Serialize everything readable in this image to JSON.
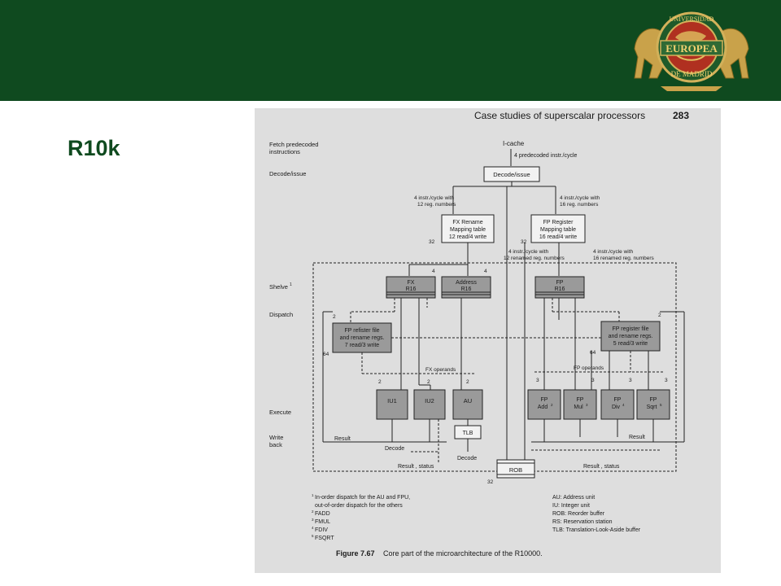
{
  "slide": {
    "title": "R10k"
  },
  "logo": {
    "text_top": "UNIVERSIDAD",
    "text_middle": "EUROPEA",
    "text_bottom": "DE MADRID"
  },
  "page": {
    "header": "Case studies of superscalar processors",
    "number": "283"
  },
  "stages": {
    "fetch": "Fetch predecoded",
    "fetch2": "instructions",
    "decode": "Decode/issue",
    "shelve": "Shelve",
    "shelve_sup": "1",
    "dispatch": "Dispatch",
    "execute": "Execute",
    "write": "Write",
    "write2": "back"
  },
  "blocks": {
    "icache": "I-cache",
    "decode": "Decode/issue",
    "fx_rename": [
      "FX Rename",
      "Mapping table",
      "12 read/4 write"
    ],
    "fp_register_map": [
      "FP Register",
      "Mapping table",
      "16 read/4 write"
    ],
    "fx_rs": [
      "FX",
      "R16"
    ],
    "address_rs": [
      "Address",
      "R16"
    ],
    "fp_rs": [
      "FP",
      "R16"
    ],
    "fx_regfile": [
      "FP refister file",
      "and rename regs.",
      "7 read/3 write"
    ],
    "fp_regfile": [
      "FP register file",
      "and rename regs.",
      "5 read/3 write"
    ],
    "iu1": "IU1",
    "iu2": "IU2",
    "au": "AU",
    "tlb": "TLB",
    "fp_add": [
      "FP",
      "Add"
    ],
    "fp_mul": [
      "FP",
      "Mul"
    ],
    "fp_div": [
      "FP",
      "Div"
    ],
    "fp_sqrt": [
      "FP",
      "Sqrt"
    ],
    "rob": "ROB"
  },
  "sups": {
    "add": "2",
    "mul": "3",
    "div": "4",
    "sqrt": "5"
  },
  "labels": {
    "predecoded": "4 predecoded instr./cycle",
    "fx_in": [
      "4 instr./cycle with",
      "12 reg. numbers"
    ],
    "fp_in": [
      "4 instr./cycle with",
      "16 reg. numbers"
    ],
    "fx_out": [
      "4 instr./cycle with",
      "12 renamed reg. numbers"
    ],
    "fp_out": [
      "4 instr./cycle with",
      "16 renamed reg. numbers"
    ],
    "fx_operands": "FX operands",
    "fp_operands": "FP operands",
    "result": "Result",
    "result_status": "Result , status",
    "decode_label": "Decode",
    "n32": "32",
    "n4": "4",
    "n2": "2",
    "n3": "3",
    "n64": "64"
  },
  "footnotes": [
    {
      "sup": "1",
      "text": "In-order dispatch for the AU and FPU,"
    },
    {
      "sup": "",
      "text": "out-of-order dispatch for the others"
    },
    {
      "sup": "2",
      "text": "FADD"
    },
    {
      "sup": "3",
      "text": "FMUL"
    },
    {
      "sup": "4",
      "text": "FDIV"
    },
    {
      "sup": "5",
      "text": "FSQRT"
    }
  ],
  "legend": [
    "AU: Address unit",
    "IU: Integer unit",
    "ROB: Reorder buffer",
    "RS: Reservation station",
    "TLB: Translation-Look-Aside buffer"
  ],
  "caption": {
    "label": "Figure 7.67",
    "text": "Core part of the microarchitecture of the R10000."
  }
}
